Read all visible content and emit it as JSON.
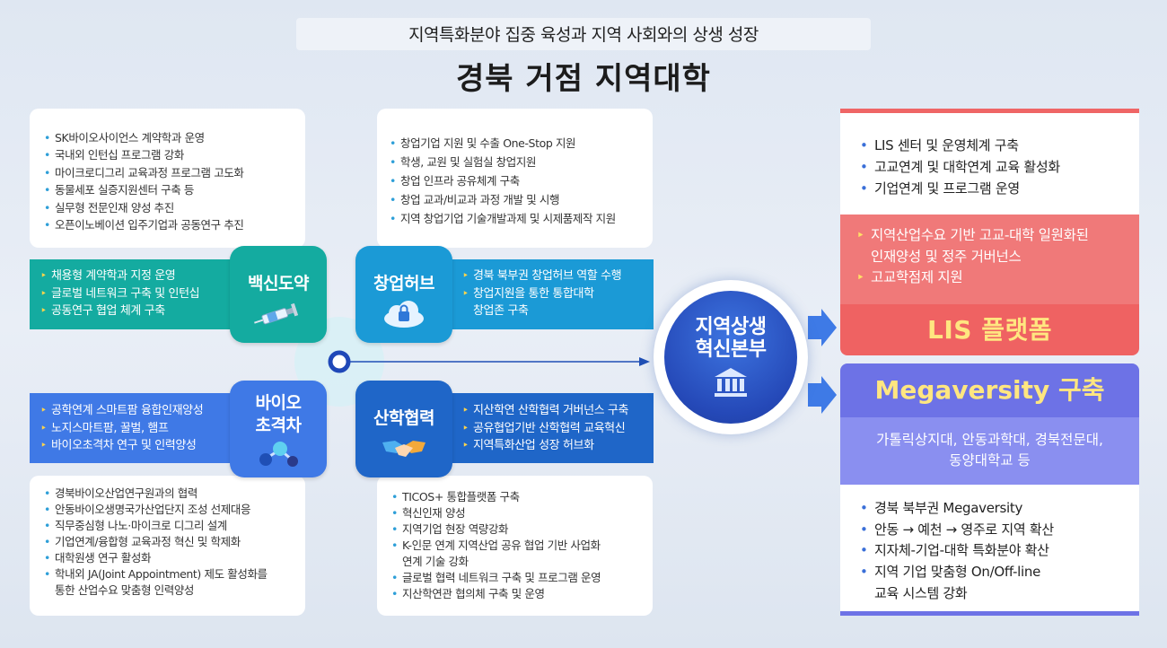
{
  "header": {
    "subtitle": "지역특화분야 집중 육성과 지역 사회와의 상생 성장",
    "title": "경북 거점 지역대학"
  },
  "quadrants": {
    "vaccine": {
      "card_items": [
        "SK바이오사이언스 계약학과 운영",
        "국내외 인턴십 프로그램 강화",
        "마이크로디그리 교육과정 프로그램 고도화",
        "동물세포 실증지원센터 구축 등",
        "실무형 전문인재 양성 추진",
        "오픈이노베이션 입주기업과 공동연구 추진"
      ],
      "band_items": [
        "채용형 계약학과 지정 운영",
        "글로벌 네트워크 구축 및 인턴십",
        "공동연구 협업 체계 구축"
      ],
      "tile_label": "백신도약",
      "icon": "syringe-icon",
      "color": "#14aba0"
    },
    "startup": {
      "card_items": [
        "창업기업 지원 및 수출 One-Stop 지원",
        "학생, 교원 및 실험실 창업지원",
        "창업 인프라 공유체계 구축",
        "창업 교과/비교과 과정 개발 및 시행",
        "지역 창업기업 기술개발과제 및 시제품제작 지원"
      ],
      "band_items": [
        "경북 북부권 창업허브 역할 수행",
        "창업지원을 통한 통합대학"
      ],
      "band_cont": "창업존 구축",
      "tile_label": "창업허브",
      "icon": "cloud-lock-icon",
      "color": "#1b9ad6"
    },
    "bio": {
      "band_items": [
        "공학연계 스마트팜 융합인재양성",
        "노지스마트팜, 꿀벌, 햄프",
        "바이오초격차 연구 및 인력양성"
      ],
      "card_items": [
        "경북바이오산업연구원과의 협력",
        "안동바이오생명국가산업단지 조성 선제대응",
        "직무중심형 나노·마이크로 디그리 설계",
        "기업연계/융합형 교육과정 혁신 및 학제화",
        "대학원생 연구 활성화",
        "학내외 JA(Joint Appointment) 제도 활성화를"
      ],
      "card_cont": "통한 산업수요 맞춤형 인력양성",
      "tile_label_1": "바이오",
      "tile_label_2": "초격차",
      "icon": "molecule-icon",
      "color": "#3f79e6"
    },
    "industry": {
      "band_items": [
        "지산학연 산학협력 거버넌스 구축",
        "공유협업기반 산학협력 교육혁신",
        "지역특화산업 성장 허브화"
      ],
      "card_items": [
        "TICOS+ 통합플랫폼 구축",
        "혁신인재 양성",
        "지역기업 현장 역량강화",
        "K-인문 연계 지역산업 공유 협업 기반 사업화"
      ],
      "card_cont": "연계 기술 강화",
      "card_items_2": [
        "글로벌 협력 네트워크 구축 및 프로그램 운영",
        "지산학연관 협의체 구축 및 운영"
      ],
      "tile_label": "산학협력",
      "icon": "handshake-icon",
      "color": "#1f66c8"
    }
  },
  "hub": {
    "line1": "지역상생",
    "line2": "혁신본부",
    "icon": "institution-icon"
  },
  "lis": {
    "card_items": [
      "LIS 센터 및 운영체계 구축",
      "고교연계 및 대학연계 교육 활성화",
      "기업연계 및 프로그램 운영"
    ],
    "band_items": [
      "지역산업수요 기반 고교-대학 일원화된"
    ],
    "band_cont": "인재양성 및 정주 거버넌스",
    "band_items_2": [
      "고교학점제 지원"
    ],
    "banner": "LIS 플랫폼",
    "color": "#ef6666"
  },
  "megaversity": {
    "banner": "Megaversity 구축",
    "band_line1": "가톨릭상지대, 안동과학대, 경북전문대,",
    "band_line2": "동양대학교 등",
    "card_items": [
      "경북 북부권 Megaversity",
      "안동 → 예천 → 영주로 지역 확산",
      "지자체-기업-대학 특화분야 확산",
      "지역 기업 맞춤형  On/Off-line"
    ],
    "card_cont": "교육 시스템 강화",
    "color": "#6d72e6"
  }
}
